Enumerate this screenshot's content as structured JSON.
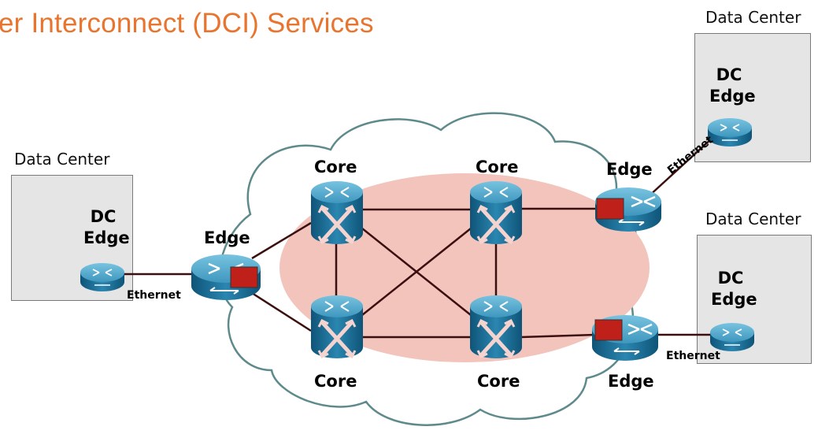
{
  "title": "er Interconnect (DCI) Services",
  "colors": {
    "title": "#e8742e",
    "cloud_outline": "#5e8a8c",
    "core_ring": "#f2c4bb",
    "device_body": "#1d6e96",
    "device_top": "#4aa3c8",
    "demarc_box": "#c0201a",
    "link": "#3b0f0f",
    "dc_box": "#e5e5e5"
  },
  "data_centers": [
    {
      "label": "Data Center",
      "line1": "DC",
      "line2": "Edge"
    },
    {
      "label": "Data Center",
      "line1": "DC",
      "line2": "Edge"
    },
    {
      "label": "Data Center",
      "line1": "DC",
      "line2": "Edge"
    }
  ],
  "nodes": {
    "core_top_left": "Core",
    "core_top_right": "Core",
    "core_bottom_left": "Core",
    "core_bottom_right": "Core",
    "edge_left": "Edge",
    "edge_top_right": "Edge",
    "edge_bottom_right": "Edge"
  },
  "links": {
    "left": "Ethernet",
    "top_right": "Ethernet",
    "bottom_right": "Ethernet"
  },
  "icons": {
    "core": "switch-icon",
    "edge": "router-icon",
    "dc_edge": "router-icon",
    "demarc": "demarcation-box"
  }
}
